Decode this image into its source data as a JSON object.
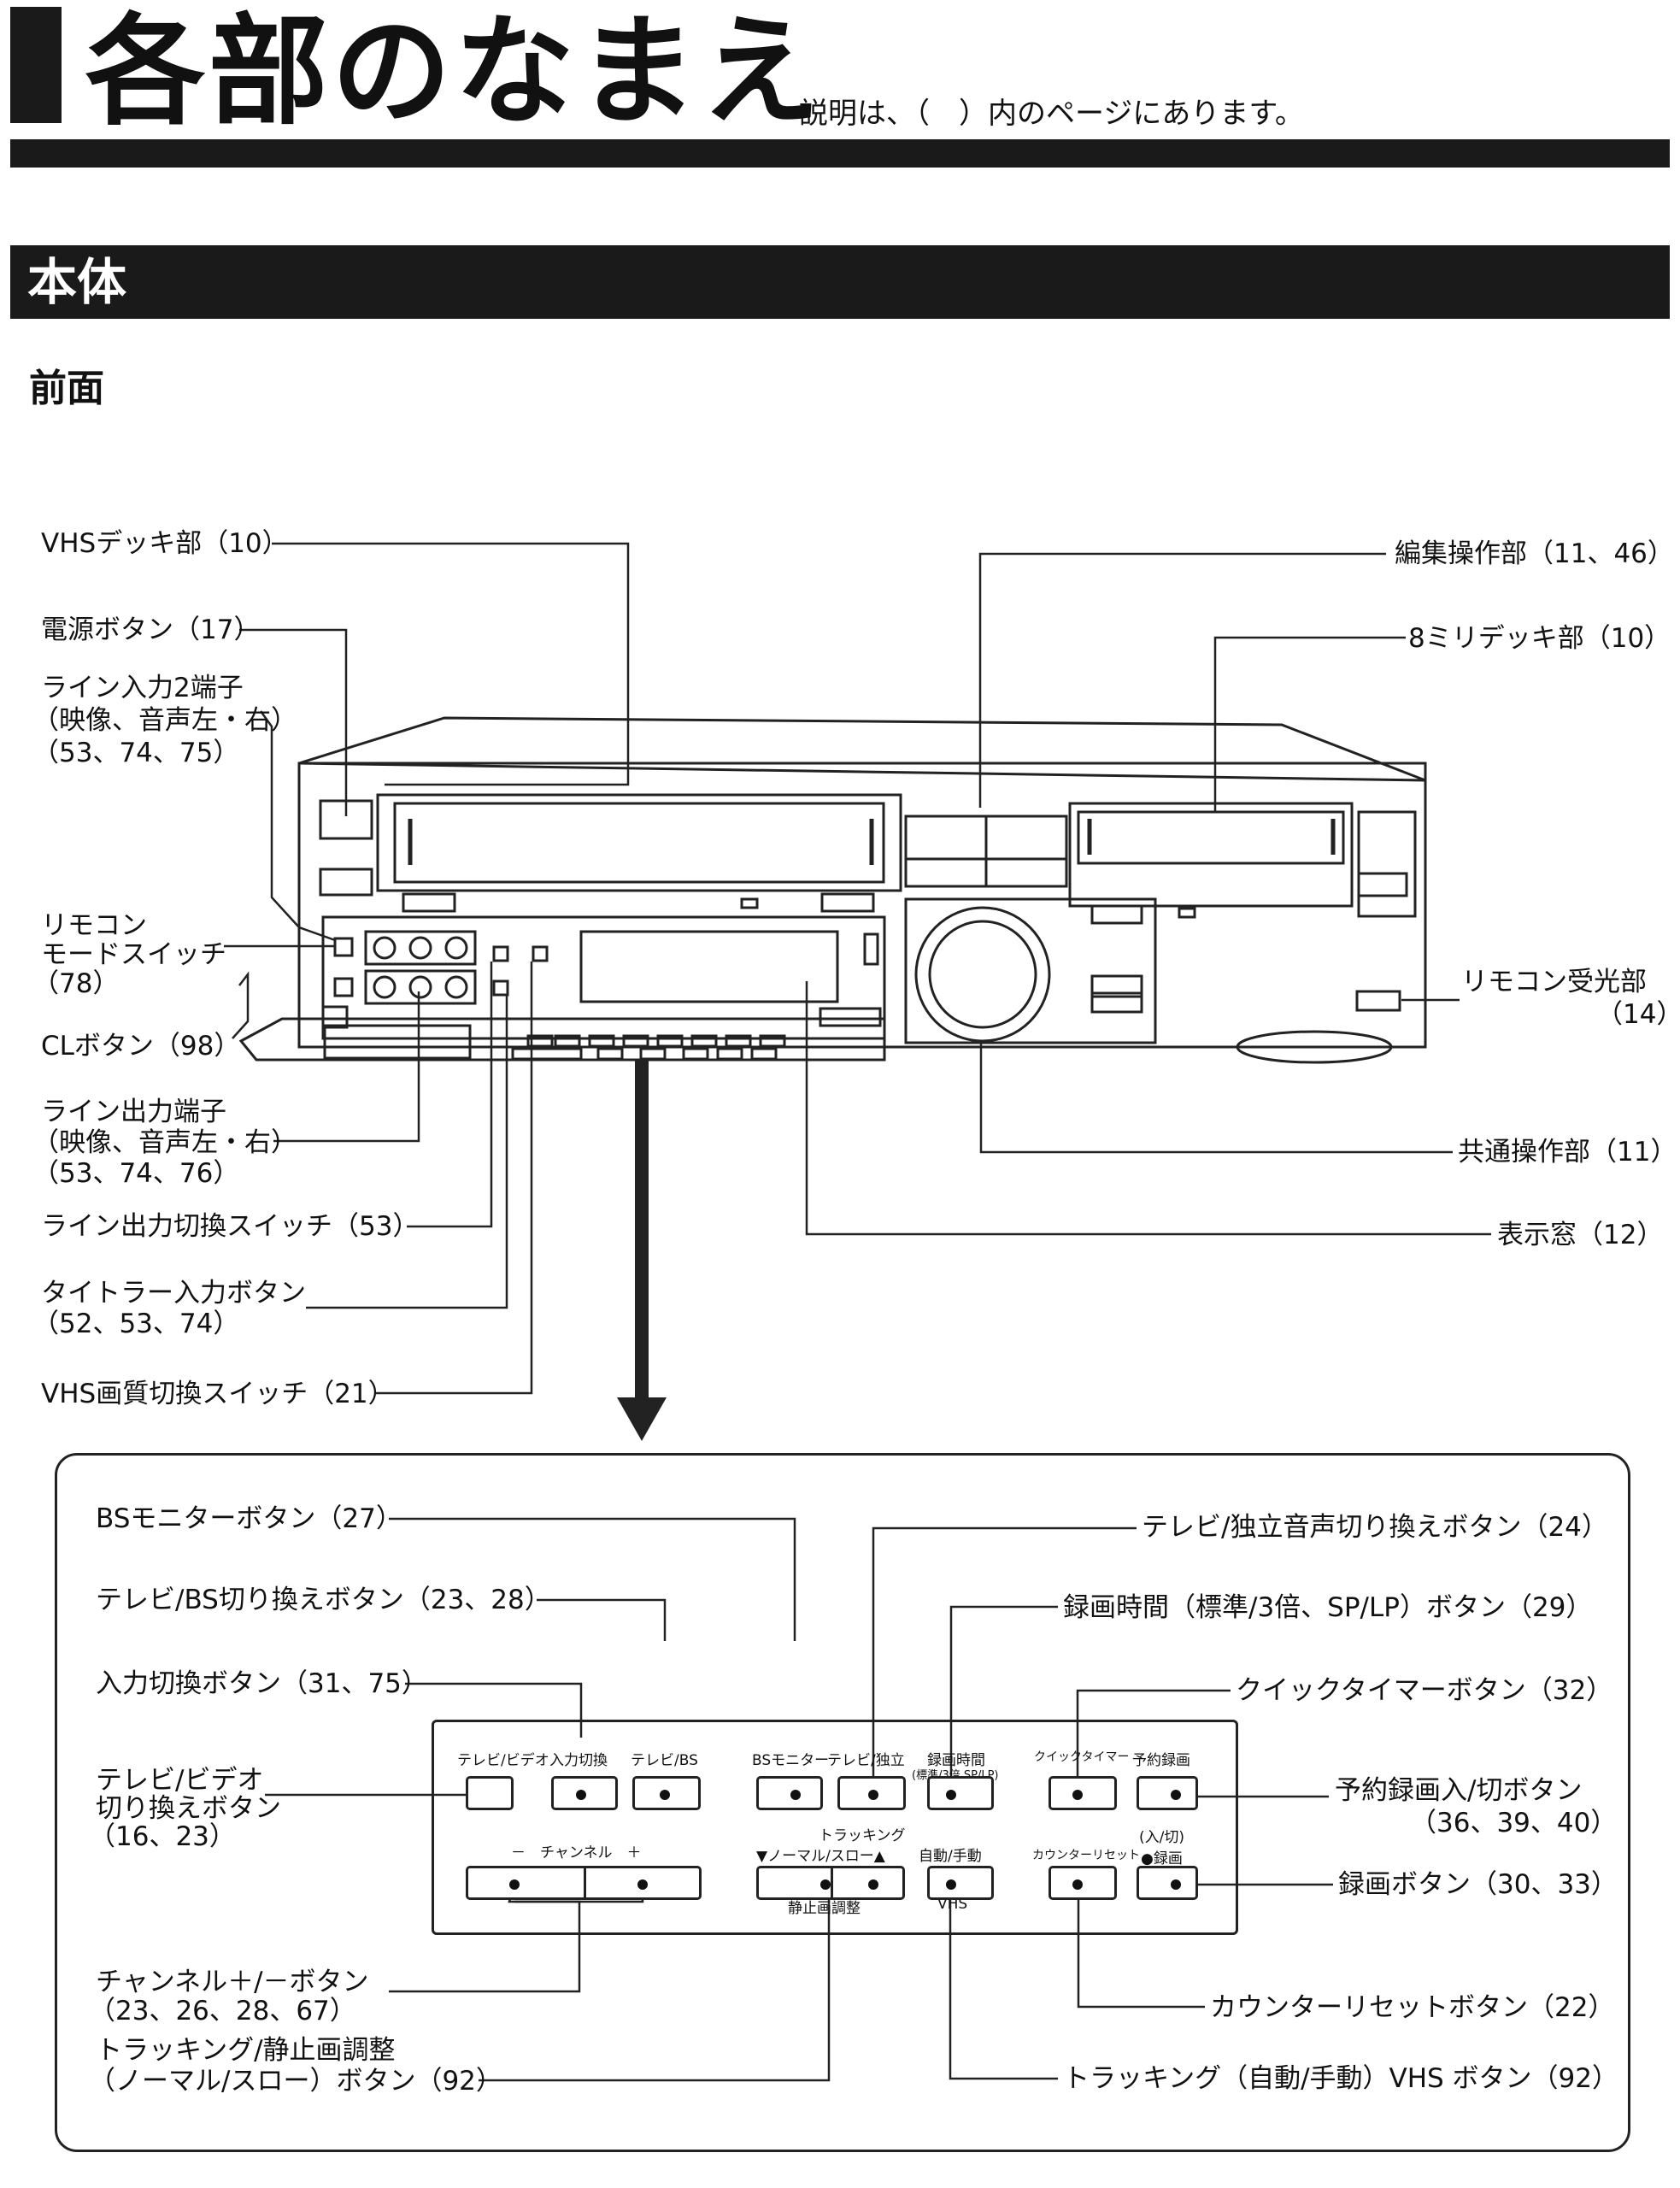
{
  "header": {
    "title": "各部のなまえ",
    "subtitle": "説明は、（　）内のページにあります。"
  },
  "section": {
    "title": "本体",
    "subheading": "前面"
  },
  "front_labels": {
    "vhs_deck": "VHSデッキ部（10）",
    "power_button": "電源ボタン（17）",
    "line_in2": [
      "ライン入力2端子",
      "（映像、音声左・右）",
      "（53、74、75）"
    ],
    "remote_mode": [
      "リモコン",
      "モードスイッチ",
      "（78）"
    ],
    "cl_button": "CLボタン（98）",
    "line_out": [
      "ライン出力端子",
      "（映像、音声左・右）",
      "（53、74、76）"
    ],
    "line_out_switch": "ライン出力切換スイッチ（53）",
    "titler_button": [
      "タイトラー入力ボタン",
      "（52、53、74）"
    ],
    "vhs_quality": "VHS画質切換スイッチ（21）",
    "edit_section": "編集操作部（11、46）",
    "deck_8mm": "8ミリデッキ部（10）",
    "remote_sensor": [
      "リモコン受光部",
      "（14）"
    ],
    "common_ops": "共通操作部（11）",
    "display": "表示窓（12）"
  },
  "panel_labels": {
    "bs_monitor": "BSモニターボタン（27）",
    "tv_bs": "テレビ/BS切り換えボタン（23、28）",
    "input_select": "入力切換ボタン（31、75）",
    "tv_video": [
      "テレビ/ビデオ",
      "切り換えボタン",
      "（16、23）"
    ],
    "channel": [
      "チャンネル＋/－ボタン",
      "（23、26、28、67）"
    ],
    "tracking": [
      "トラッキング/静止画調整",
      "（ノーマル/スロー）ボタン（92）"
    ],
    "tv_audio": "テレビ/独立音声切り換えボタン（24）",
    "rec_time": "録画時間（標準/3倍、SP/LP）ボタン（29）",
    "quick_timer": "クイックタイマーボタン（32）",
    "timer_rec": [
      "予約録画入/切ボタン",
      "（36、39、40）"
    ],
    "rec_button": "録画ボタン（30、33）",
    "counter_reset": "カウンターリセットボタン（22）",
    "tracking_auto": "トラッキング（自動/手動）VHS ボタン（92）"
  },
  "panel_markings": {
    "tv_video": "テレビ/ビデオ",
    "input_select": "入力切換",
    "tv_bs": "テレビ/BS",
    "bs_monitor": "BSモニター",
    "tv_independent": "テレビ/独立",
    "rec_time": "録画時間",
    "rec_time_sub": "(標準/3倍 SP/LP)",
    "quick_timer": "クイックタイマー",
    "timer_rec": "予約録画",
    "timer_rec_sub": "(入/切)",
    "channel": "－　チャンネル　＋",
    "tracking": "トラッキング",
    "normal_slow": "▼ノーマル/スロー▲",
    "still_adjust": "静止画調整",
    "auto_manual": "自動/手動",
    "vhs": "VHS",
    "counter_reset": "カウンターリセット",
    "rec": "●録画"
  }
}
